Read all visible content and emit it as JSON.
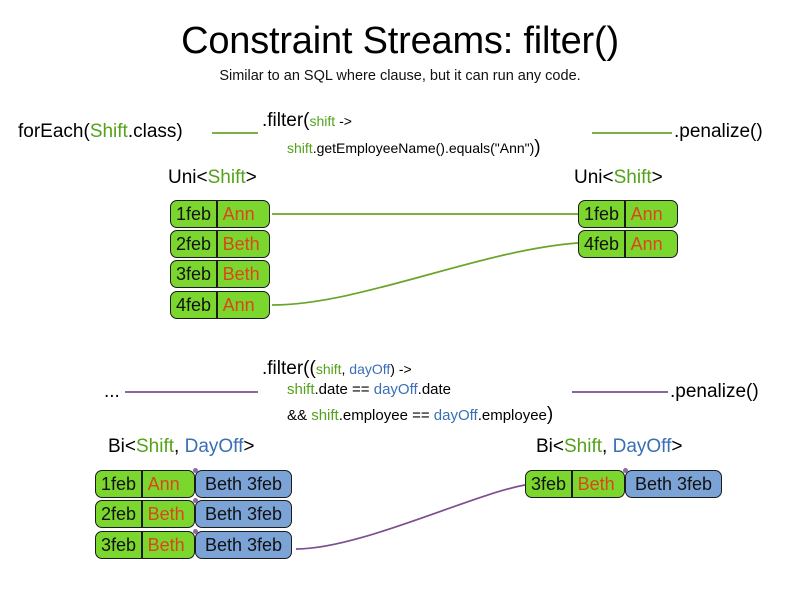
{
  "slide": {
    "title": "Constraint Streams: filter()",
    "subtitle": "Similar to an SQL where clause, but it can run any code.",
    "background": "#ffffff"
  },
  "colors": {
    "shift_green": "#7bd62e",
    "dayoff_blue": "#7ba3d6",
    "name_orange": "#d8481b",
    "wire_green": "#6aa529",
    "wire_purple": "#7a5090",
    "token_shift_text": "#54a21a",
    "token_dayoff_text": "#3a6fb5",
    "chip_border": "#1b1b1b"
  },
  "row1": {
    "source_label": {
      "prefix": "forEach(",
      "type": "Shift",
      "suffix": ".class)"
    },
    "filter_line1_prefix": ".filter(",
    "filter_line1_param": "shift",
    "filter_line1_arrow": " ->",
    "filter_line2_param": "shift",
    "filter_line2_body": ".getEmployeeName().equals(\"Ann\")",
    "filter_line2_close": ")",
    "penalize_label": ".penalize()",
    "left_stream": {
      "label_prefix": "Uni<",
      "label_type": "Shift",
      "label_suffix": ">",
      "tuples": [
        {
          "date": "1feb",
          "name": "Ann"
        },
        {
          "date": "2feb",
          "name": "Beth"
        },
        {
          "date": "3feb",
          "name": "Beth"
        },
        {
          "date": "4feb",
          "name": "Ann"
        }
      ]
    },
    "right_stream": {
      "label_prefix": "Uni<",
      "label_type": "Shift",
      "label_suffix": ">",
      "tuples": [
        {
          "date": "1feb",
          "name": "Ann"
        },
        {
          "date": "4feb",
          "name": "Ann"
        }
      ]
    }
  },
  "row2": {
    "source_label": "...",
    "filter_line1_prefix": ".filter((",
    "filter_line1_param1": "shift",
    "filter_line1_comma": ", ",
    "filter_line1_param2": "dayOff",
    "filter_line1_arrow": ") ->",
    "filter_line2_param1": "shift",
    "filter_line2_mid": ".date == ",
    "filter_line2_param2": "dayOff",
    "filter_line2_end": ".date",
    "filter_line3_amp": "&& ",
    "filter_line3_param1": "shift",
    "filter_line3_mid": ".employee == ",
    "filter_line3_param2": "dayOff",
    "filter_line3_end": ".employee",
    "filter_line3_close": ")",
    "penalize_label": ".penalize()",
    "left_stream": {
      "label_prefix": "Bi<",
      "label_type1": "Shift",
      "label_comma": ", ",
      "label_type2": "DayOff",
      "label_suffix": ">",
      "tuples": [
        {
          "date": "1feb",
          "name": "Ann",
          "dayoff": "Beth 3feb"
        },
        {
          "date": "2feb",
          "name": "Beth",
          "dayoff": "Beth 3feb"
        },
        {
          "date": "3feb",
          "name": "Beth",
          "dayoff": "Beth 3feb"
        }
      ]
    },
    "right_stream": {
      "label_prefix": "Bi<",
      "label_type1": "Shift",
      "label_comma": ", ",
      "label_type2": "DayOff",
      "label_suffix": ">",
      "tuples": [
        {
          "date": "3feb",
          "name": "Beth",
          "dayoff": "Beth 3feb"
        }
      ]
    }
  }
}
